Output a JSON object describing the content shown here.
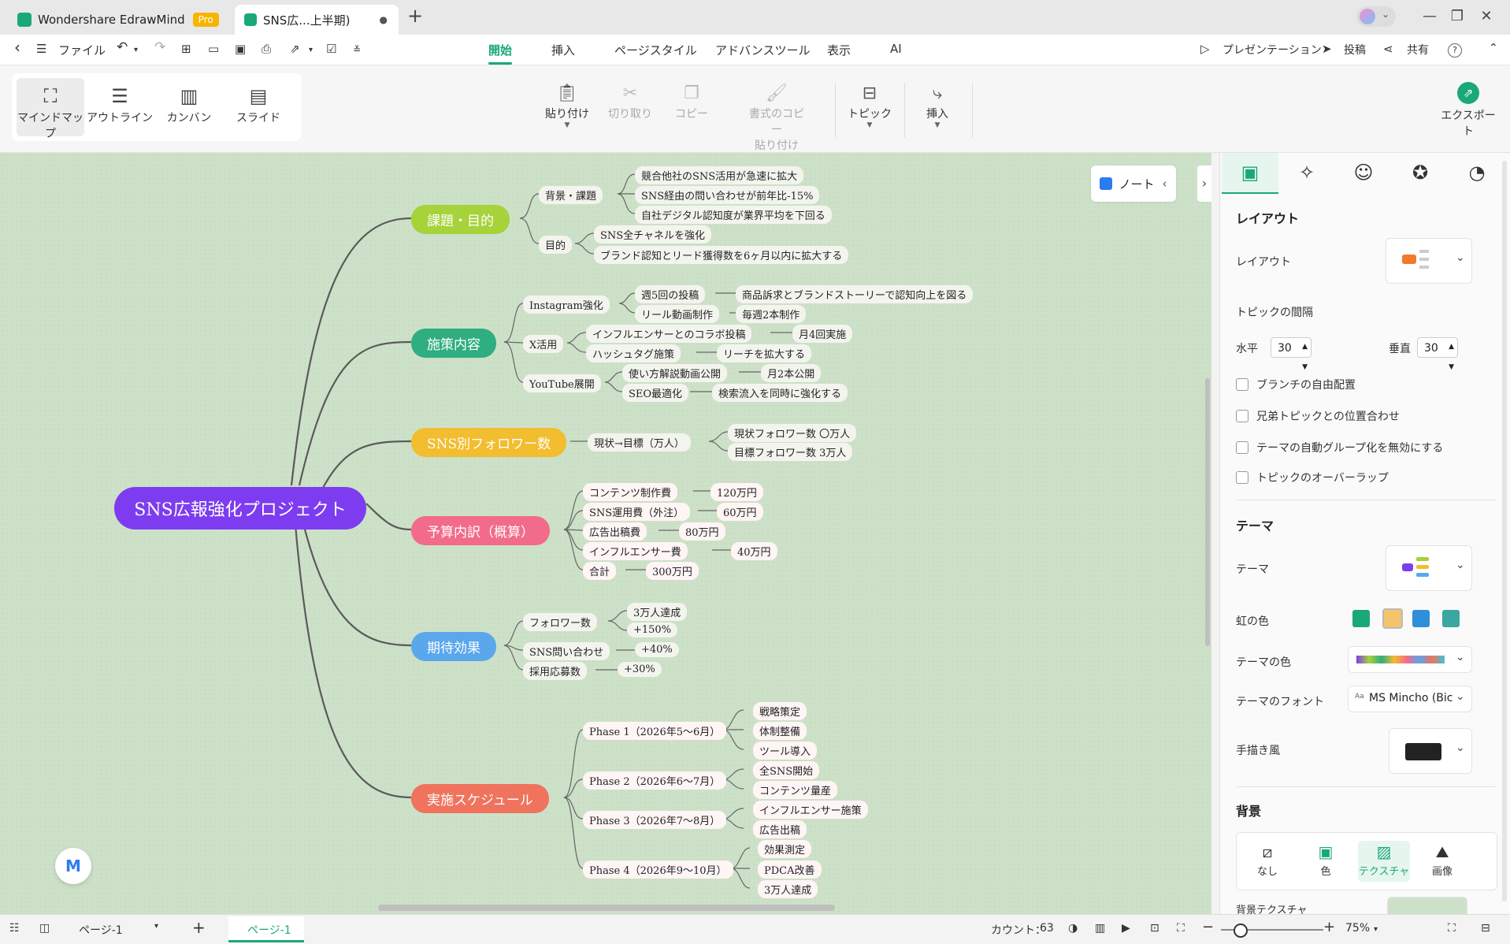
{
  "titlebar": {
    "app_tab": "Wondershare EdrawMind",
    "pro_badge": "Pro",
    "doc_tab": "SNS広...上半期)",
    "modified_dot": "●",
    "new_tab": "+",
    "minimize": "—",
    "restore": "❐",
    "close": "✕"
  },
  "menubar": {
    "back": "‹",
    "menu_icon": "☰",
    "file": "ファイル",
    "tabs": [
      "開始",
      "挿入",
      "ページスタイル",
      "アドバンスツール",
      "表示",
      "AI"
    ],
    "presentation": "プレゼンテーション",
    "post": "投稿",
    "share": "共有",
    "help": "?"
  },
  "ribbon": {
    "views": [
      "マインドマップ",
      "アウトライン",
      "カンバン",
      "スライド"
    ],
    "paste": "貼り付け",
    "cut": "切り取り",
    "copy": "コピー",
    "format_copy_1": "書式のコピー",
    "format_copy_2": "貼り付け",
    "topic": "トピック",
    "insert": "挿入",
    "export": "エクスポート"
  },
  "mindmap": {
    "central": "SNS広報強化プロジェクト",
    "topics": {
      "t1": "課題・目的",
      "t2": "施策内容",
      "t3": "SNS別フォロワー数",
      "t4": "予算内訳（概算）",
      "t5": "期待効果",
      "t6": "実施スケジュール"
    },
    "t1": {
      "bg": "背景・課題",
      "bg1": "競合他社のSNS活用が急速に拡大",
      "bg2": "SNS経由の問い合わせが前年比-15%",
      "bg3": "自社デジタル認知度が業界平均を下回る",
      "goal": "目的",
      "g1": "SNS全チャネルを強化",
      "g2": "ブランド認知とリード獲得数を6ヶ月以内に拡大する"
    },
    "t2": {
      "ig": "Instagram強化",
      "ig1": "週5回の投稿",
      "ig1a": "商品訴求とブランドストーリーで認知向上を図る",
      "ig2": "リール動画制作",
      "ig2a": "毎週2本制作",
      "x": "X活用",
      "x1": "インフルエンサーとのコラボ投稿",
      "x1a": "月4回実施",
      "x2": "ハッシュタグ施策",
      "x2a": "リーチを拡大する",
      "yt": "YouTube展開",
      "yt1": "使い方解説動画公開",
      "yt1a": "月2本公開",
      "yt2": "SEO最適化",
      "yt2a": "検索流入を同時に強化する"
    },
    "t3": {
      "a": "現状→目標（万人）",
      "a1": "現状フォロワー数 〇万人",
      "a2": "目標フォロワー数 3万人"
    },
    "t4": {
      "r1": "コンテンツ制作費",
      "v1": "120万円",
      "r2": "SNS運用費（外注）",
      "v2": "60万円",
      "r3": "広告出稿費",
      "v3": "80万円",
      "r4": "インフルエンサー費",
      "v4": "40万円",
      "r5": "合計",
      "v5": "300万円"
    },
    "t5": {
      "f": "フォロワー数",
      "f1": "3万人達成",
      "f2": "+150%",
      "q": "SNS問い合わせ",
      "q1": "+40%",
      "h": "採用応募数",
      "h1": "+30%"
    },
    "t6": {
      "p1": "Phase 1（2026年5～6月）",
      "p1a": "戦略策定",
      "p1b": "体制整備",
      "p1c": "ツール導入",
      "p2": "Phase 2（2026年6～7月）",
      "p2a": "全SNS開始",
      "p2b": "コンテンツ量産",
      "p3": "Phase 3（2026年7～8月）",
      "p3a": "インフルエンサー施策",
      "p3b": "広告出稿",
      "p4": "Phase 4（2026年9～10月）",
      "p4a": "効果測定",
      "p4b": "PDCA改善",
      "p4c": "3万人達成"
    }
  },
  "canvas": {
    "note_button": "ノート",
    "collapse": "›"
  },
  "panel": {
    "layout_header": "レイアウト",
    "layout_label": "レイアウト",
    "spacing_label": "トピックの間隔",
    "horizontal": "水平",
    "horizontal_value": "30",
    "vertical": "垂直",
    "vertical_value": "30",
    "chk1": "ブランチの自由配置",
    "chk2": "兄弟トピックとの位置合わせ",
    "chk3": "テーマの自動グループ化を無効にする",
    "chk4": "トピックのオーバーラップ",
    "theme_header": "テーマ",
    "theme_label": "テーマ",
    "rainbow_label": "虹の色",
    "theme_color_label": "テーマの色",
    "theme_font_label": "テーマのフォント",
    "theme_font_value": "MS Mincho (Bic",
    "hand_label": "手描き風",
    "bg_header": "背景",
    "bg_none": "なし",
    "bg_color": "色",
    "bg_texture": "テクスチャ",
    "bg_image": "画像",
    "bg_texture_label": "背景テクスチャ"
  },
  "statusbar": {
    "page_select": "ページ-1",
    "add_page": "+",
    "page_tab": "ページ-1",
    "count_label": "カウント：",
    "count_value": "63",
    "zoom_minus": "−",
    "zoom_plus": "+",
    "zoom": "75%"
  },
  "colors": {
    "accent": "#1aa879",
    "central": "#7d3cf0",
    "t1": "#a6d23a",
    "t2": "#2fae80",
    "t3": "#f2bd2e",
    "t4": "#f26b8a",
    "t5": "#5aa7ec",
    "t6": "#f0735e",
    "canvas": "#cde1c8"
  }
}
